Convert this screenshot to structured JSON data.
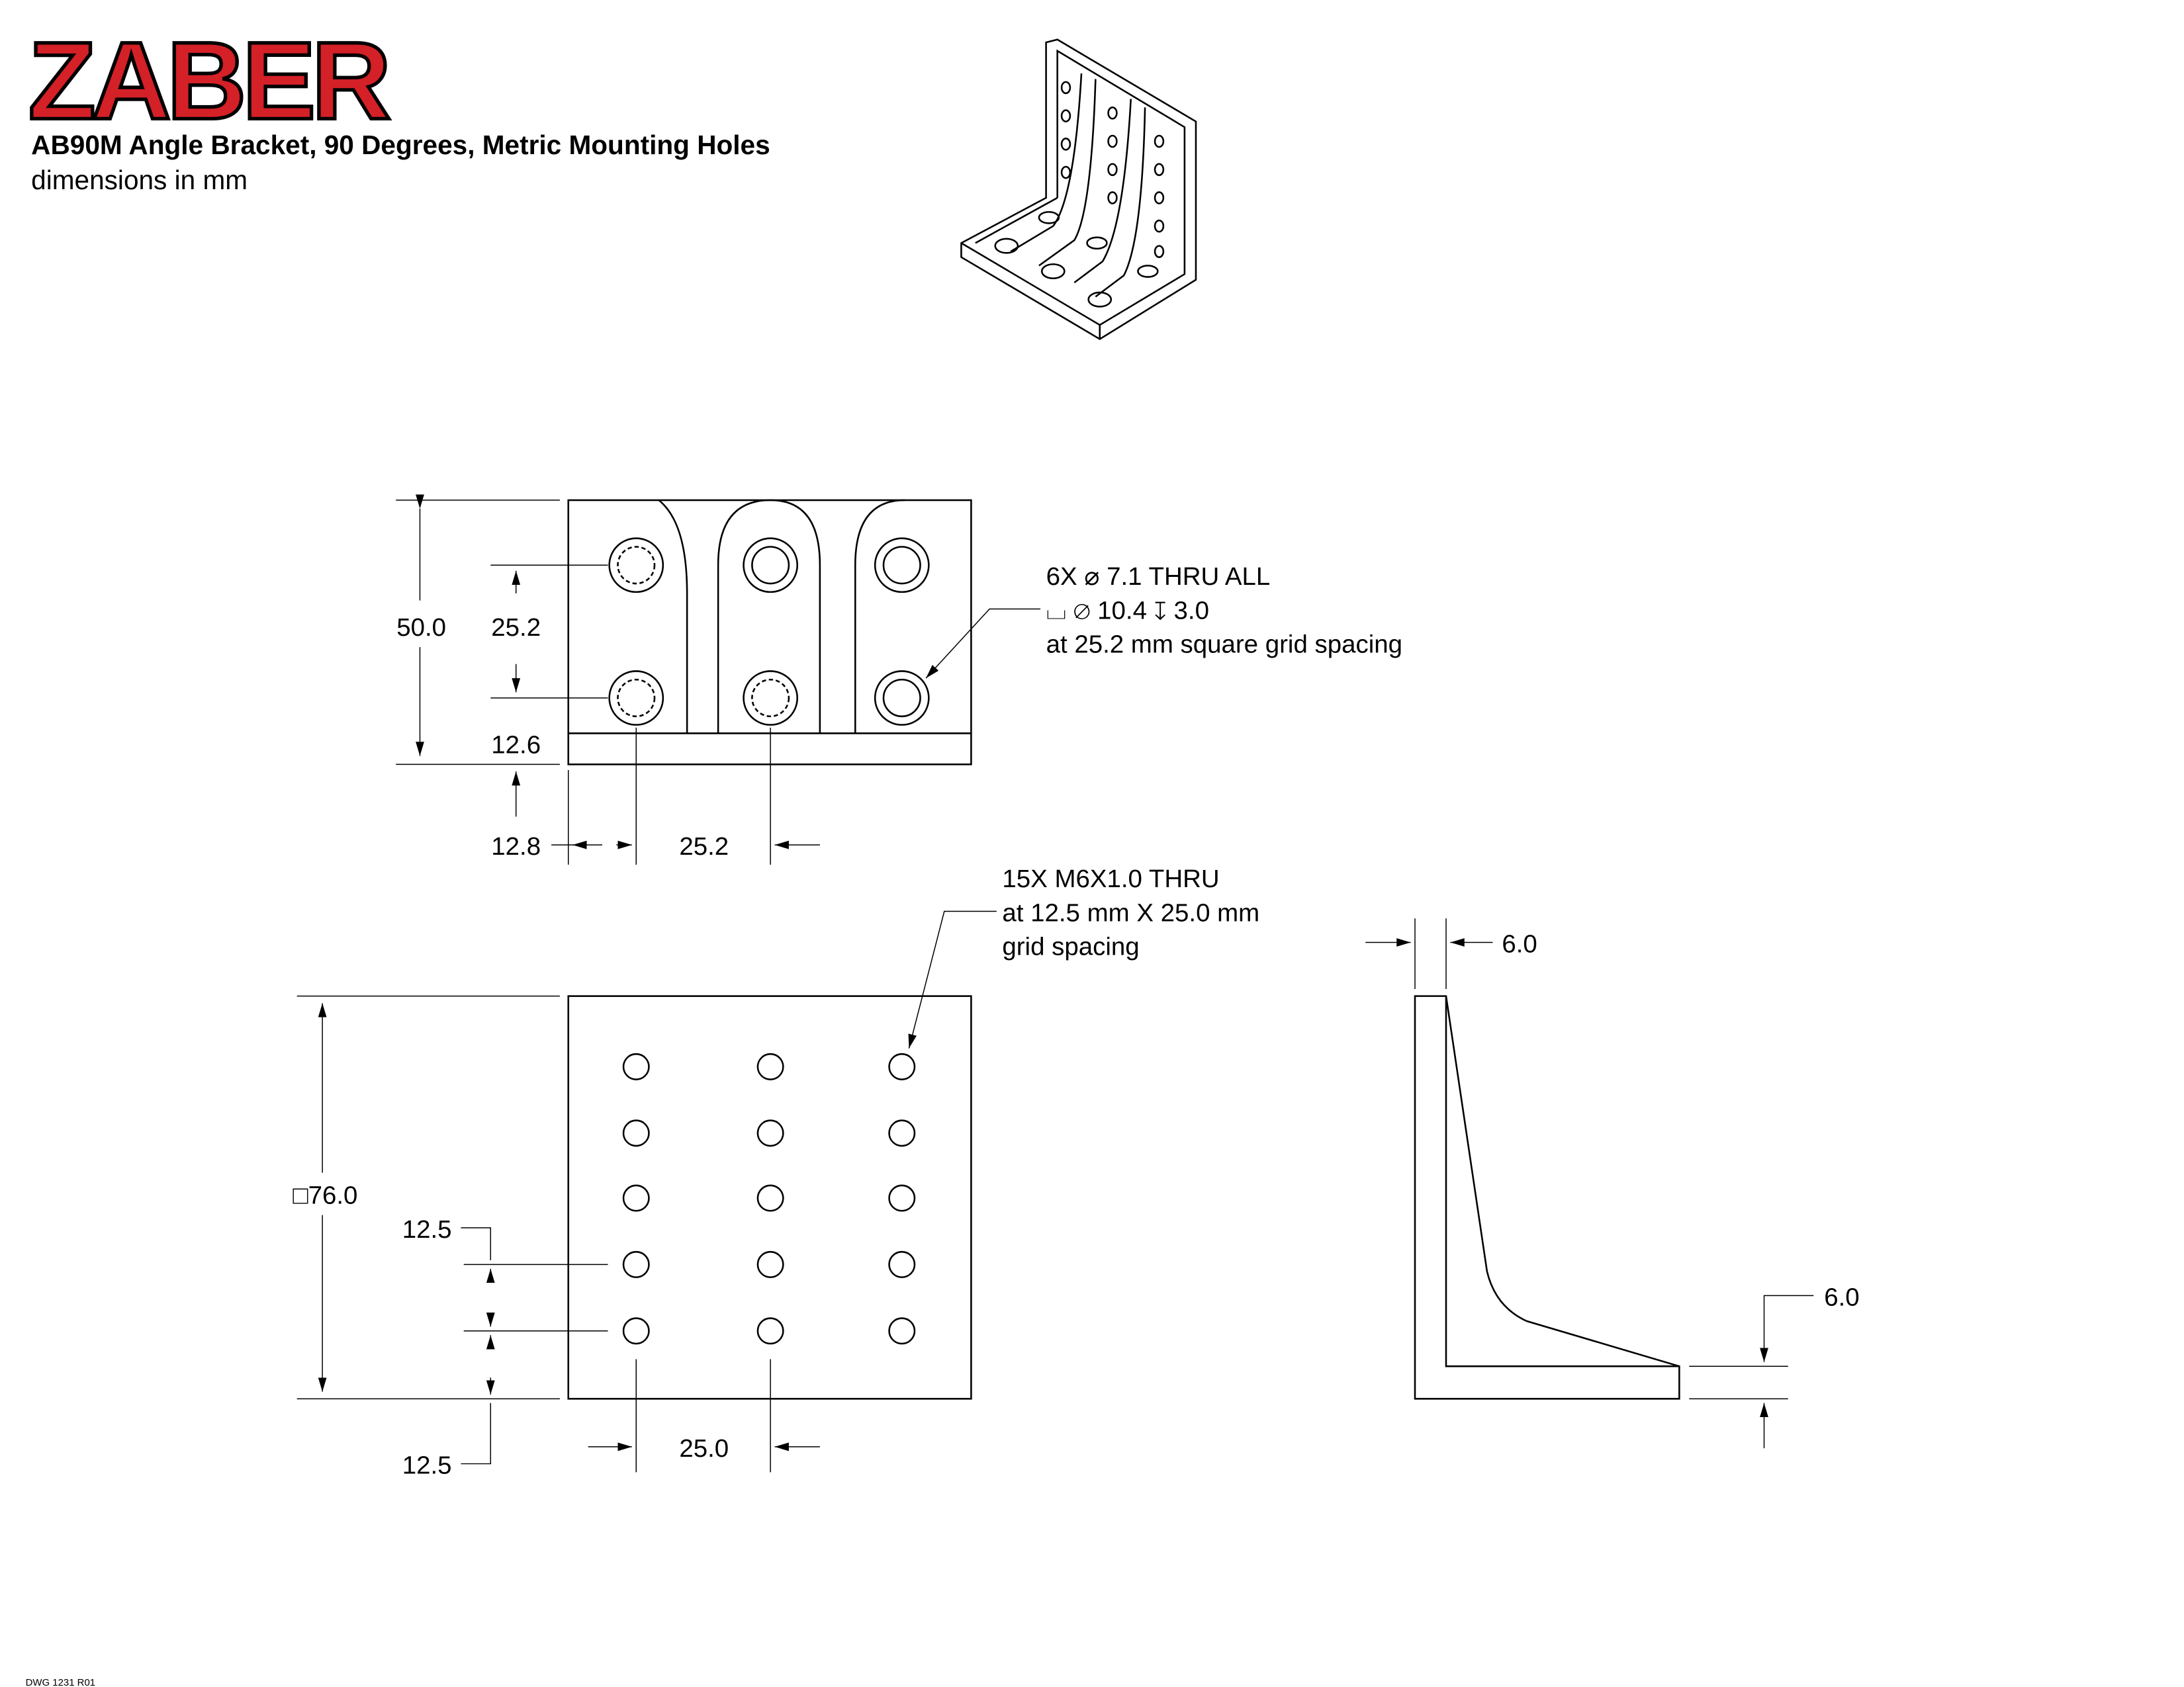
{
  "logo": "ZABER",
  "title": "AB90M Angle Bracket, 90 Degrees, Metric Mounting Holes",
  "subtitle": "dimensions in mm",
  "drawing_number": "DWG 1231 R01",
  "top_view": {
    "dims": {
      "height": "50.0",
      "hole_pitch_v": "25.2",
      "hole_offset_v": "12.6",
      "hole_offset_h": "12.8",
      "hole_pitch_h": "25.2"
    },
    "note": [
      "6X ⌀ 7.1 THRU ALL",
      "⌴ ⌀ 10.4 ↧ 3.0",
      "at 25.2 mm square grid spacing"
    ]
  },
  "front_view": {
    "dims": {
      "size": "□76.0",
      "offset_top": "12.5",
      "offset_bottom": "12.5",
      "pitch_h": "25.0"
    },
    "note": [
      "15X M6X1.0 THRU",
      "at 12.5 mm X 25.0 mm",
      "grid spacing"
    ]
  },
  "side_view": {
    "dims": {
      "vertical_thickness": "6.0",
      "base_thickness": "6.0"
    }
  },
  "colors": {
    "logo": "#d42027"
  }
}
